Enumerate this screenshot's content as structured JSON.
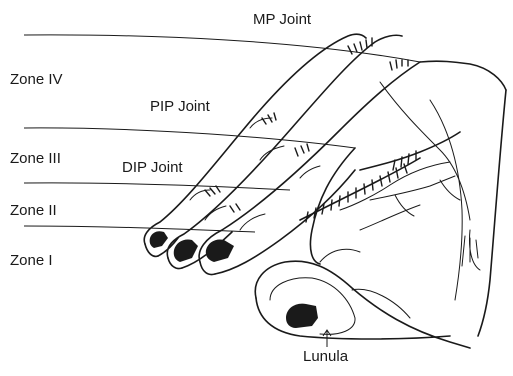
{
  "labels": {
    "mp_joint": "MP Joint",
    "pip_joint": "PIP Joint",
    "dip_joint": "DIP Joint",
    "zone_iv": "Zone IV",
    "zone_iii": "Zone III",
    "zone_ii": "Zone II",
    "zone_i": "Zone I",
    "lunula": "Lunula"
  },
  "colors": {
    "ink": "#1a1a1a",
    "background": "#ffffff"
  }
}
